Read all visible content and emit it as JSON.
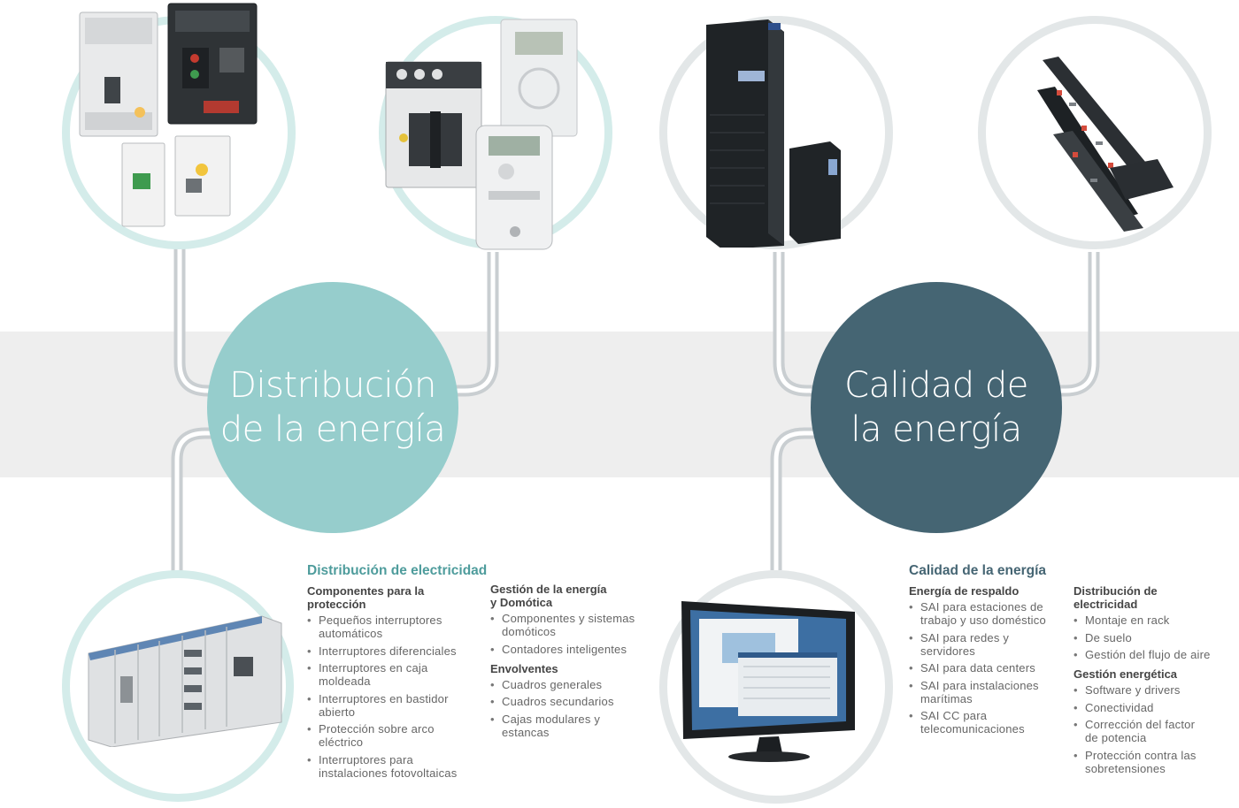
{
  "hubs": {
    "distribution": {
      "line1": "Distribución",
      "line2": "de la energía",
      "color": "#96cdcc"
    },
    "quality": {
      "line1": "Calidad de",
      "line2": "la energía",
      "color": "#456573"
    }
  },
  "product_icons": [
    "circuit-breakers-photo",
    "switch-disconnector-meter-thermostat-photo",
    "ups-tower-photo",
    "rack-pdu-photo",
    "switchgear-cabinet-photo",
    "monitor-software-photo"
  ],
  "distribution_block": {
    "heading": "Distribución de electricidad",
    "col1": {
      "groups": [
        {
          "title_line1": "Componentes para la",
          "title_line2": "protección",
          "items": [
            [
              "Pequeños interruptores",
              "automáticos"
            ],
            [
              "Interruptores diferenciales"
            ],
            [
              "Interruptores en caja",
              "moldeada"
            ],
            [
              "Interruptores en bastidor",
              "abierto"
            ],
            [
              "Protección sobre arco",
              "eléctrico"
            ],
            [
              "Interruptores para",
              "instalaciones fotovoltaicas"
            ]
          ]
        }
      ]
    },
    "col2": {
      "groups": [
        {
          "title_line1": "Gestión de la energía",
          "title_line2": "y Domótica",
          "items": [
            [
              "Componentes y sistemas",
              "domóticos"
            ],
            [
              "Contadores inteligentes"
            ]
          ]
        },
        {
          "title_line1": "Envolventes",
          "title_line2": "",
          "items": [
            [
              "Cuadros generales"
            ],
            [
              "Cuadros secundarios"
            ],
            [
              "Cajas modulares y",
              "estancas"
            ]
          ]
        }
      ]
    }
  },
  "quality_block": {
    "heading": "Calidad de la energía",
    "col1": {
      "groups": [
        {
          "title_line1": "Energía de respaldo",
          "title_line2": "",
          "items": [
            [
              "SAI para estaciones de",
              "trabajo y uso doméstico"
            ],
            [
              "SAI para redes y",
              "servidores"
            ],
            [
              "SAI para data centers"
            ],
            [
              "SAI para instalaciones",
              "marítimas"
            ],
            [
              "SAI CC para",
              "telecomunicaciones"
            ]
          ]
        }
      ]
    },
    "col2": {
      "groups": [
        {
          "title_line1": "Distribución de",
          "title_line2": "electricidad",
          "items": [
            [
              "Montaje en rack"
            ],
            [
              "De suelo"
            ],
            [
              "Gestión del flujo de aire"
            ]
          ]
        },
        {
          "title_line1": "Gestión energética",
          "title_line2": "",
          "items": [
            [
              "Software y drivers"
            ],
            [
              "Conectividad"
            ],
            [
              "Corrección del factor",
              "de potencia"
            ],
            [
              "Protección contra las",
              "sobretensiones"
            ]
          ]
        }
      ]
    }
  },
  "colors": {
    "band": "#eeeeee",
    "connector": "#c9ced1",
    "ring_teal": "#d4ecea",
    "ring_grey": "#e3e7e8",
    "teal_heading": "#4e9c9c",
    "dark_heading": "#456573"
  }
}
